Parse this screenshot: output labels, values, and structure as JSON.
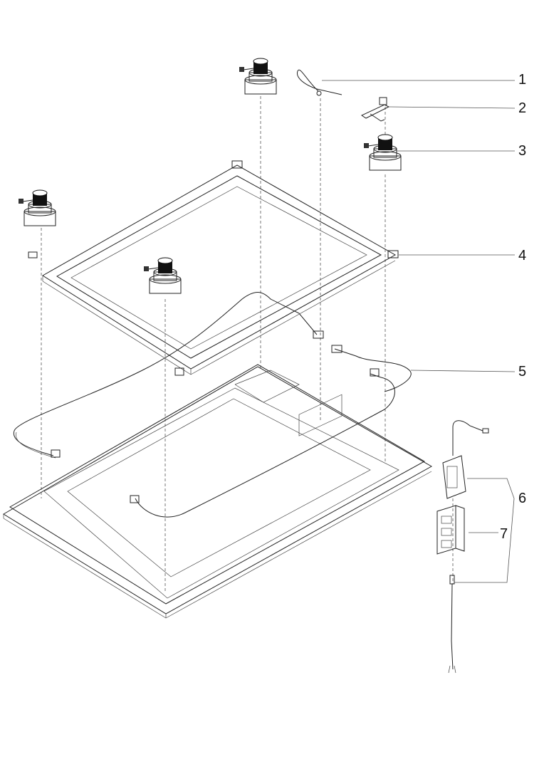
{
  "diagram": {
    "type": "exploded-parts-view",
    "callouts": [
      {
        "id": "callout-1",
        "label": "1"
      },
      {
        "id": "callout-2",
        "label": "2"
      },
      {
        "id": "callout-3",
        "label": "3"
      },
      {
        "id": "callout-4",
        "label": "4"
      },
      {
        "id": "callout-5",
        "label": "5"
      },
      {
        "id": "callout-6",
        "label": "6"
      },
      {
        "id": "callout-7",
        "label": "7"
      }
    ],
    "colors": {
      "line": "#222222",
      "background": "#ffffff"
    }
  }
}
